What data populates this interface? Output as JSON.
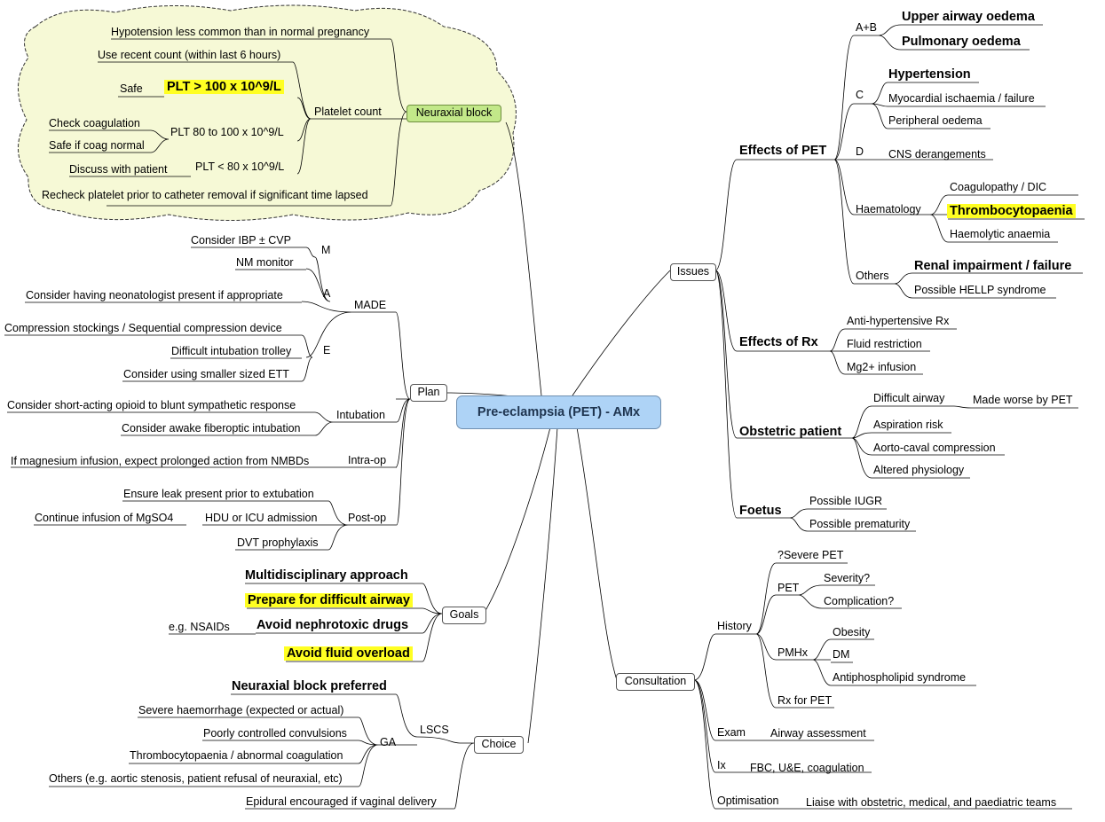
{
  "root": "Pre-eclampsia (PET) - AMx",
  "neuraxial": {
    "title": "Neuraxial block",
    "hypotension": "Hypotension less common than in normal pregnancy",
    "platelet_count": "Platelet count",
    "recent_count": "Use recent count (within last 6 hours)",
    "plt_gt100": "PLT > 100 x 10^9/L",
    "safe": "Safe",
    "plt_80_100": "PLT 80 to 100 x 10^9/L",
    "check_coag": "Check coagulation",
    "safe_if_coag": "Safe if coag normal",
    "plt_lt80": "PLT < 80 x 10^9/L",
    "discuss": "Discuss with patient",
    "recheck": "Recheck platelet prior to catheter removal if significant time lapsed"
  },
  "plan": {
    "title": "Plan",
    "made": "MADE",
    "m": "M",
    "m_items": [
      "Consider IBP ± CVP",
      "NM monitor"
    ],
    "a": "A",
    "a_items": [
      "Consider having neonatologist present if appropriate"
    ],
    "e": "E",
    "e_items": [
      "Compression stockings / Sequential compression device",
      "Difficult intubation trolley",
      "Consider using smaller sized ETT"
    ],
    "intubation": "Intubation",
    "intubation_items": [
      "Consider short-acting opioid to blunt sympathetic response",
      "Consider awake fiberoptic intubation"
    ],
    "intraop": "Intra-op",
    "intraop_items": [
      "If magnesium infusion, expect prolonged action from NMBDs"
    ],
    "postop": "Post-op",
    "postop_items": [
      "Ensure leak present prior to extubation",
      "HDU or ICU admission",
      "DVT prophylaxis"
    ],
    "mgso4": "Continue infusion of MgSO4"
  },
  "goals": {
    "title": "Goals",
    "items": [
      "Multidisciplinary approach",
      "Prepare for difficult airway",
      "Avoid nephrotoxic drugs",
      "Avoid fluid overload"
    ],
    "nsaids": "e.g. NSAIDs"
  },
  "choice": {
    "title": "Choice",
    "lscs": "LSCS",
    "neuraxial_preferred": "Neuraxial block preferred",
    "ga": "GA",
    "ga_items": [
      "Severe haemorrhage (expected or actual)",
      "Poorly controlled convulsions",
      "Thrombocytopaenia / abnormal coagulation",
      "Others (e.g. aortic stenosis, patient refusal of neuraxial, etc)"
    ],
    "epidural": "Epidural encouraged if vaginal delivery"
  },
  "issues": {
    "title": "Issues",
    "effects_pet": "Effects of PET",
    "ab": "A+B",
    "ab_items": [
      "Upper airway oedema",
      "Pulmonary oedema"
    ],
    "c": "C",
    "c_items": [
      "Hypertension",
      "Myocardial ischaemia / failure",
      "Peripheral oedema"
    ],
    "d": "D",
    "d_items": [
      "CNS derangements"
    ],
    "haem": "Haematology",
    "haem_items": [
      "Coagulopathy / DIC",
      "Thrombocytopaenia",
      "Haemolytic anaemia"
    ],
    "others": "Others",
    "others_items": [
      "Renal impairment / failure",
      "Possible HELLP syndrome"
    ],
    "effects_rx": "Effects of Rx",
    "rx_items": [
      "Anti-hypertensive Rx",
      "Fluid restriction",
      "Mg2+ infusion"
    ],
    "obstetric": "Obstetric patient",
    "obstetric_items": [
      "Difficult airway",
      "Aspiration risk",
      "Aorto-caval compression",
      "Altered physiology"
    ],
    "worse_pet": "Made worse by PET",
    "foetus": "Foetus",
    "foetus_items": [
      "Possible IUGR",
      "Possible prematurity"
    ]
  },
  "consultation": {
    "title": "Consultation",
    "history": "History",
    "severe_pet": "?Severe PET",
    "pet": "PET",
    "pet_items": [
      "Severity?",
      "Complication?"
    ],
    "pmhx": "PMHx",
    "pmhx_items": [
      "Obesity",
      "DM",
      "Antiphospholipid syndrome"
    ],
    "rx_pet": "Rx for PET",
    "exam": "Exam",
    "airway": "Airway assessment",
    "ix": "Ix",
    "ix_items": "FBC, U&E, coagulation",
    "optimisation": "Optimisation",
    "liaise": "Liaise with obstetric, medical, and paediatric teams"
  },
  "colors": {
    "root_fill": "#aed3f6",
    "neuraxial_fill": "#c2e889",
    "cloud_fill": "#f6f9d6",
    "highlight": "#ffff22"
  }
}
